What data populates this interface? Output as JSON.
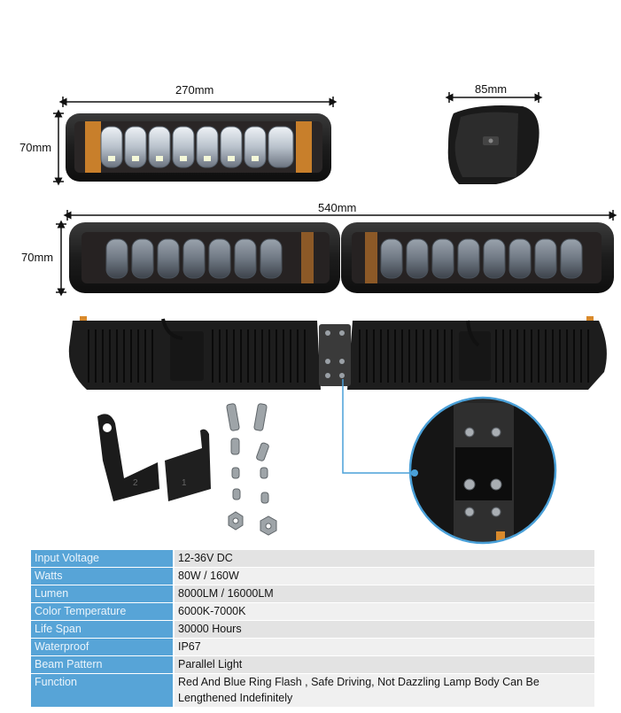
{
  "dimensions": {
    "single_width": "270mm",
    "single_height": "70mm",
    "side_depth": "85mm",
    "double_width": "540mm",
    "double_height": "70mm"
  },
  "colors": {
    "table_key_bg": "#57a4d7",
    "table_value_bg": "#e3e3e3",
    "dimension_line": "#111111",
    "callout_line": "#4aa0d8",
    "lamp_body": "#1c1c1c",
    "amber_accent": "#d98a2c"
  },
  "specs": [
    {
      "key": "Input Voltage",
      "value": "12-36V DC"
    },
    {
      "key": "Watts",
      "value": "80W / 160W"
    },
    {
      "key": "Lumen",
      "value": "8000LM / 16000LM"
    },
    {
      "key": "Color Temperature",
      "value": "6000K-7000K"
    },
    {
      "key": "Life Span",
      "value": "30000 Hours"
    },
    {
      "key": "Waterproof",
      "value": "IP67"
    },
    {
      "key": "Beam Pattern",
      "value": "Parallel Light"
    },
    {
      "key": "Function",
      "value": "Red And Blue Ring  Flash , Safe Driving, Not Dazzling Lamp Body Can Be Lengthened Indefinitely"
    }
  ]
}
